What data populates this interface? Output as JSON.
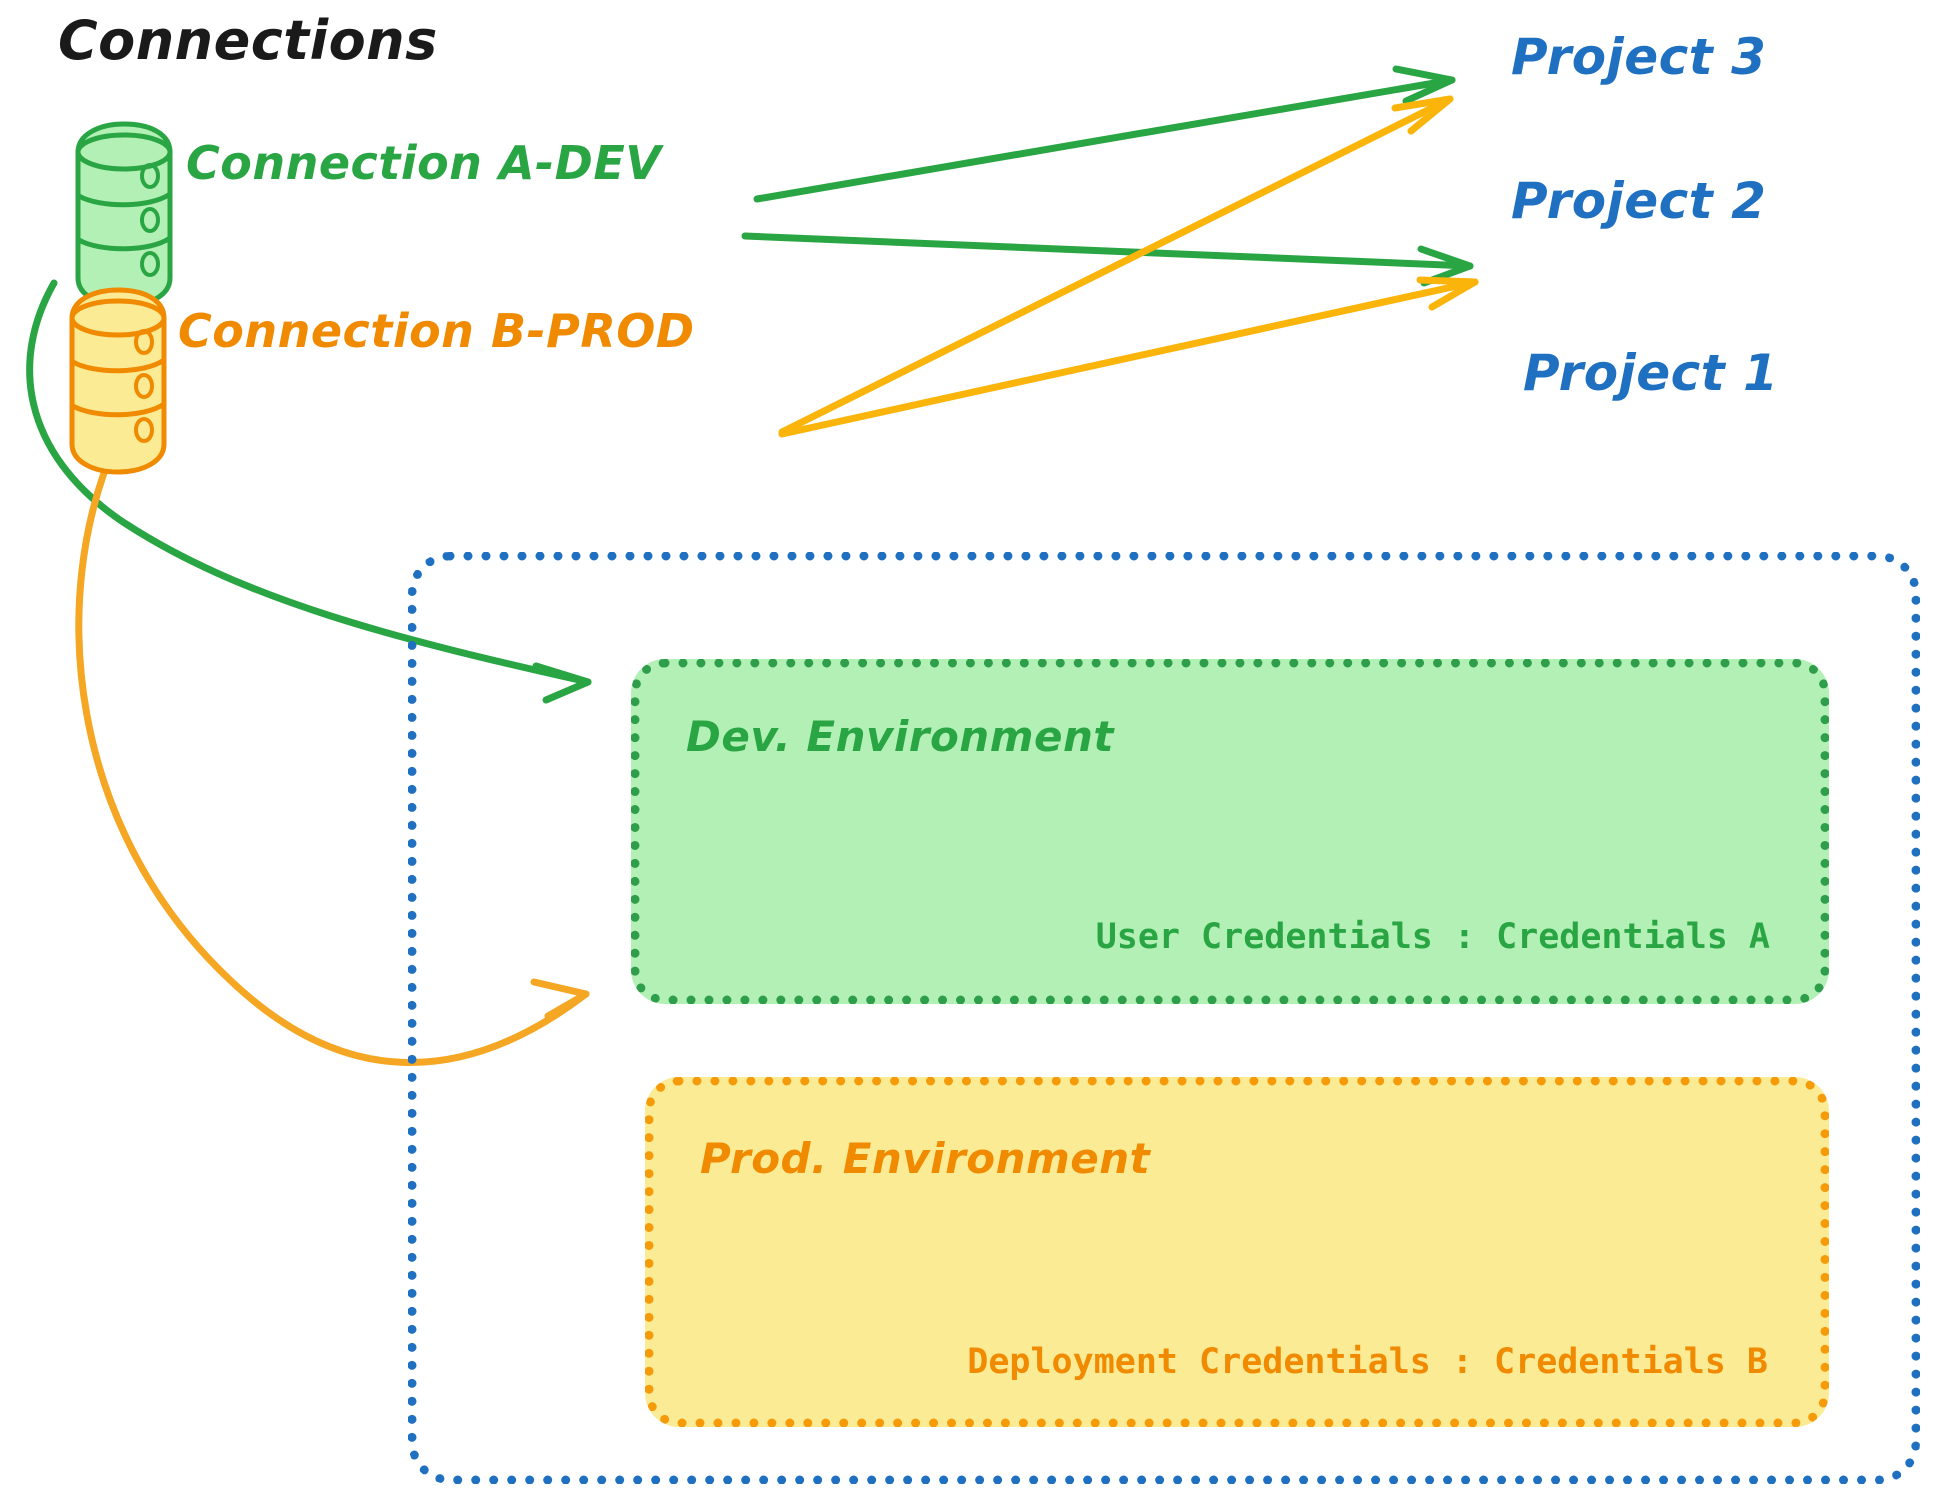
{
  "diagram": {
    "title": "Connections",
    "title_color": "#1a1a1a",
    "background": "#ffffff",
    "colors": {
      "green_stroke": "#2aa544",
      "green_fill": "#b2f0b5",
      "green_border": "#2e9e4a",
      "orange_stroke": "#f08a00",
      "orange_fill": "#fceb95",
      "orange_border": "#f59b09",
      "orange_arrow": "#fbb40a",
      "blue": "#1f70c1"
    }
  },
  "connections": [
    {
      "id": "connection-a-dev",
      "label": "Connection A-DEV",
      "icon": "database-icon",
      "color": "#2aa544",
      "fill": "#b2f0b5"
    },
    {
      "id": "connection-b-prod",
      "label": "Connection B-PROD",
      "icon": "database-icon",
      "color": "#f08a00",
      "fill": "#fceb95"
    }
  ],
  "projects": [
    {
      "id": "project-3",
      "label": "Project 3"
    },
    {
      "id": "project-2",
      "label": "Project 2"
    },
    {
      "id": "project-1",
      "label": "Project 1"
    }
  ],
  "project1": {
    "label": "Project 1",
    "environments": [
      {
        "id": "dev-environment",
        "title": "Dev. Environment",
        "credential_label": "User Credentials",
        "credential_value": "Credentials A",
        "credential_line": "User Credentials : Credentials A",
        "color": "#2aa544",
        "fill": "#b2f0b5"
      },
      {
        "id": "prod-environment",
        "title": "Prod. Environment",
        "credential_label": "Deployment Credentials",
        "credential_value": "Credentials B",
        "credential_line": "Deployment Credentials : Credentials B",
        "color": "#f08a00",
        "fill": "#fceb95"
      }
    ]
  },
  "edges": [
    {
      "id": "edge-a-dev-to-project-3",
      "from": "connection-a-dev",
      "to": "project-3",
      "color": "#2aa544"
    },
    {
      "id": "edge-a-dev-to-project-2",
      "from": "connection-a-dev",
      "to": "project-2",
      "color": "#2aa544"
    },
    {
      "id": "edge-b-prod-to-project-3",
      "from": "connection-b-prod",
      "to": "project-3",
      "color": "#fbb40a"
    },
    {
      "id": "edge-b-prod-to-project-2",
      "from": "connection-b-prod",
      "to": "project-2",
      "color": "#fbb40a"
    },
    {
      "id": "edge-a-dev-to-dev-environment",
      "from": "connection-a-dev",
      "to": "dev-environment",
      "color": "#2aa544"
    },
    {
      "id": "edge-b-prod-to-prod-environment",
      "from": "connection-b-prod",
      "to": "prod-environment",
      "color": "#f5a623"
    }
  ]
}
